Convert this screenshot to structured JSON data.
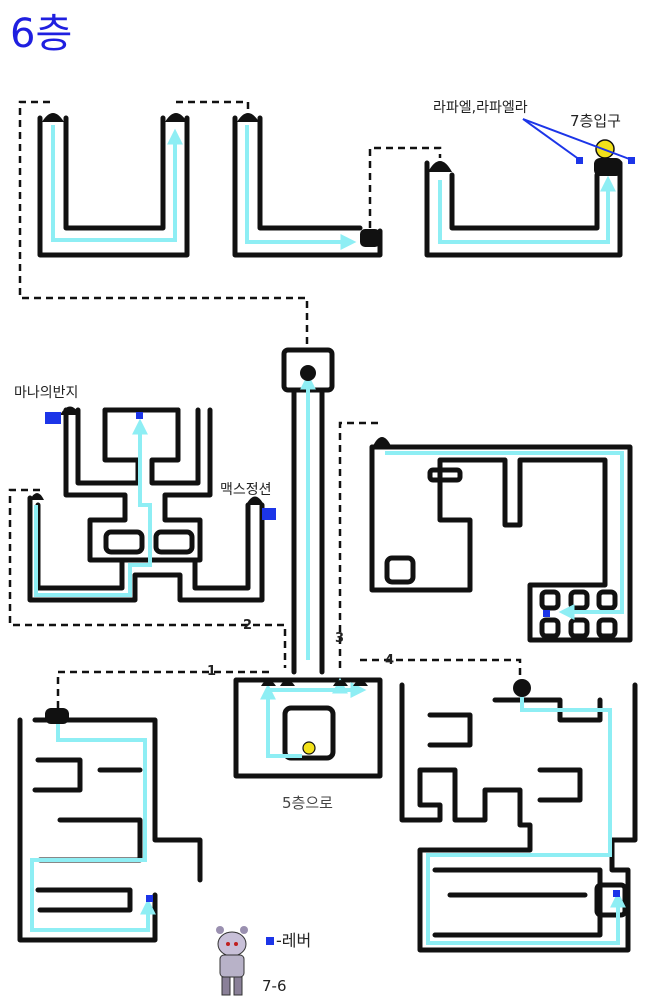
{
  "floor_title": "6층",
  "labels": {
    "raphael": "라파엘,라파엘라",
    "entrance7": "7층입구",
    "mana_ring": "마나의반지",
    "max_potion": "맥스정션",
    "to_floor5": "5층으로",
    "legend_lever": "-레버",
    "stage": "7-6",
    "route1": "1",
    "route2": "2",
    "route3": "3",
    "route4": "4"
  },
  "colors": {
    "title": "#1f1fe0",
    "wall": "#111111",
    "path": "#8eeef4",
    "lever": "#1c35e8",
    "orb": "#f2e11a"
  },
  "icons": [
    "lever-icon",
    "arrow-icon",
    "door-icon",
    "jester-sprite"
  ]
}
